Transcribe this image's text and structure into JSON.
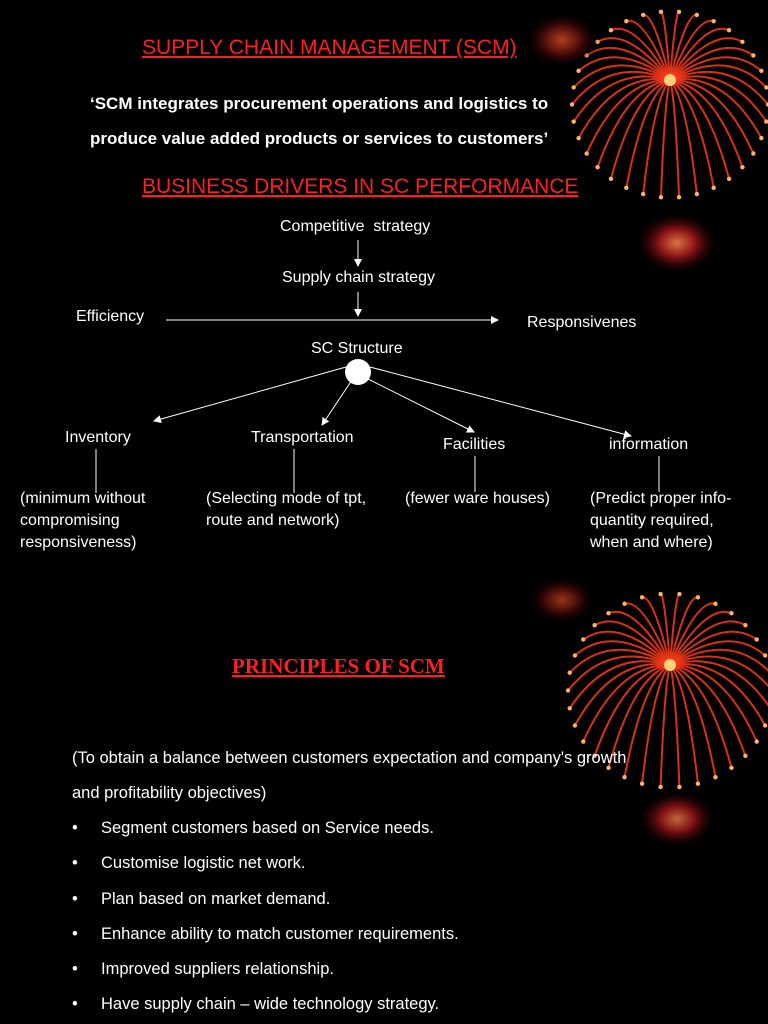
{
  "scm": {
    "title": "SUPPLY CHAIN MANAGEMENT (SCM)",
    "definition_line1": "‘SCM integrates procurement operations and logistics to",
    "definition_line2": "produce value added products or services to customers’"
  },
  "drivers": {
    "title": "BUSINESS DRIVERS IN SC PERFORMANCE",
    "competitive_strategy": "Competitive  strategy",
    "supply_chain_strategy": "Supply chain strategy",
    "efficiency": "Efficiency",
    "responsiveness": "Responsivenes",
    "sc_structure": "SC Structure",
    "inventory": "Inventory",
    "transportation": "Transportation",
    "facilities": "Facilities",
    "information": "information",
    "inventory_note": "(minimum without\ncompromising\nresponsiveness)",
    "transportation_note": "(Selecting mode of tpt,\nroute and network)",
    "facilities_note": "(fewer ware houses)",
    "information_note": "(Predict proper info-\nquantity required,\nwhen and where)"
  },
  "principles": {
    "title": "PRINCIPLES OF SCM",
    "intro_line1": "(To obtain a balance between customers expectation and company's growth",
    "intro_line2": "and profitability objectives)",
    "bullet_symbol": "•",
    "items": [
      "Segment customers based on Service needs.",
      "Customise logistic net work.",
      "Plan based on market demand.",
      "Enhance ability to match customer requirements.",
      "Improved suppliers relationship.",
      "Have supply chain – wide technology strategy."
    ]
  },
  "colors": {
    "background": "#000000",
    "heading": "#ff1f1f",
    "text": "#ffffff",
    "fireworks": "#ff3a1a"
  }
}
